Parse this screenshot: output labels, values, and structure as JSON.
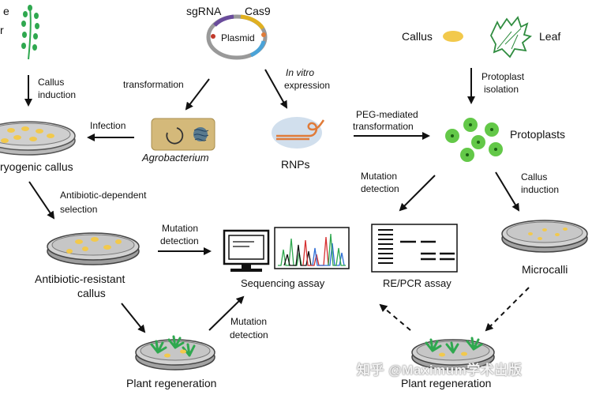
{
  "labels": {
    "cut_left_top_1": "e",
    "cut_left_top_2": "r",
    "callus_induction_1": "Callus",
    "callus_induction_2": "induction",
    "embryogenic_callus": "ryogenic callus",
    "infection": "Infection",
    "transformation": "transformation",
    "agrobacterium": "Agrobacterium",
    "sgrna": "sgRNA",
    "cas9": "Cas9",
    "plasmid": "Plasmid",
    "invitro_1": "In vitro",
    "invitro_2": "expression",
    "rnps": "RNPs",
    "peg_1": "PEG-mediated",
    "peg_2": "transformation",
    "callus_right": "Callus",
    "leaf": "Leaf",
    "protoplast_iso_1": "Protoplast",
    "protoplast_iso_2": "isolation",
    "protoplasts": "Protoplasts",
    "antibiotic_sel_1": "Antibiotic-dependent",
    "antibiotic_sel_2": "selection",
    "mutation_det_mid_1": "Mutation",
    "mutation_det_mid_2": "detection",
    "mutation_det_right_1": "Mutation",
    "mutation_det_right_2": "detection",
    "callus_induction_r_1": "Callus",
    "callus_induction_r_2": "induction",
    "antibiotic_res_1": "Antibiotic-resistant",
    "antibiotic_res_2": "callus",
    "sequencing_assay": "Sequencing assay",
    "re_pcr_assay": "RE/PCR assay",
    "microcalli": "Microcalli",
    "mutation_det_low_1": "Mutation",
    "mutation_det_low_2": "detection",
    "plant_regen_left": "Plant regeneration",
    "plant_regen_right": "Plant regeneration"
  },
  "watermark": "知乎 @Maximum学术出版",
  "colors": {
    "arrow": "#111111",
    "dish_fill": "#c9c9c9",
    "callus_yellow": "#f2c94c",
    "protoplast_green": "#52c234",
    "plant_green": "#2fa84f",
    "plasmid_purple": "#6a4c9c",
    "rnp_orange": "#e07b39"
  },
  "icons": [
    "plant-icon",
    "plasmid-icon",
    "agrobacterium-icon",
    "rnp-icon",
    "leaf-icon",
    "protoplast-icon",
    "computer-icon",
    "chromatogram-icon",
    "gel-icon",
    "petri-dish-icon"
  ]
}
